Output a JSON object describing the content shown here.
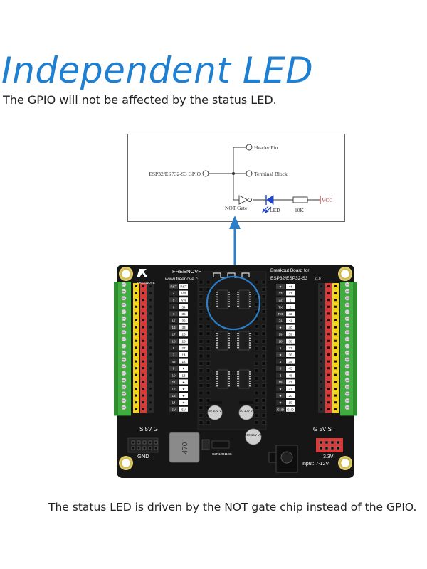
{
  "header": {
    "title": "Independent LED",
    "subtitle": "The GPIO will not be affected by the status LED."
  },
  "schematic": {
    "header_pin": "Header Pin",
    "gpio": "ESP32/ESP32-S3 GPIO",
    "terminal_block": "Terminal Block",
    "not_gate": "NOT Gate",
    "led": "LED",
    "resistor": "10K",
    "vcc": "VCC"
  },
  "board": {
    "brand": "FREENOVE",
    "website": "www.freenove.com",
    "title_line1": "Breakout Board for",
    "title_line2": "ESP32/ESP32-S3",
    "version": "v1.0",
    "left_label": "S 5V G",
    "right_label": "G 5V S",
    "gnd_label": "GND",
    "v33_label": "3.3V",
    "input_label": "Input: 7-12V",
    "inductor_label": "470",
    "cap_label_1": "100 10V VT",
    "cap_label_2": "100 16V VT",
    "smd_label": "C2R12R11C5",
    "left_pins": [
      [
        "RST",
        "RST"
      ],
      [
        "4",
        "VP"
      ],
      [
        "5",
        "VN"
      ],
      [
        "6",
        "34"
      ],
      [
        "7",
        "35"
      ],
      [
        "15",
        "32"
      ],
      [
        "16",
        "33"
      ],
      [
        "17",
        "25"
      ],
      [
        "18",
        "26"
      ],
      [
        "8",
        "27"
      ],
      [
        "3",
        "14"
      ],
      [
        "46",
        "12"
      ],
      [
        "9",
        "★"
      ],
      [
        "10",
        "13"
      ],
      [
        "11",
        "★"
      ],
      [
        "12",
        "★"
      ],
      [
        "13",
        "★"
      ],
      [
        "14",
        "★"
      ],
      [
        "5V",
        "5V"
      ]
    ],
    "right_pins": [
      [
        "★",
        "44"
      ],
      [
        "23",
        "43"
      ],
      [
        "22",
        "1"
      ],
      [
        "TX",
        "2"
      ],
      [
        "RX",
        "42"
      ],
      [
        "21",
        "41"
      ],
      [
        "★",
        "40"
      ],
      [
        "19",
        "39"
      ],
      [
        "18",
        "38"
      ],
      [
        "5",
        "37"
      ],
      [
        "★",
        "36"
      ],
      [
        "4",
        "35"
      ],
      [
        "0",
        "45"
      ],
      [
        "2",
        "48"
      ],
      [
        "15",
        "47"
      ],
      [
        "★",
        "21"
      ],
      [
        "★",
        "20"
      ],
      [
        "★",
        "19"
      ],
      [
        "GND",
        "GND"
      ]
    ]
  },
  "caption": "The status LED is driven by the NOT gate chip instead of the GPIO."
}
